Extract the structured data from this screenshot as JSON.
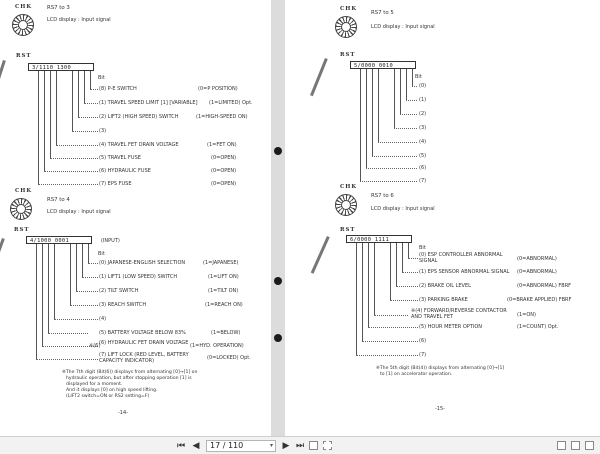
{
  "toolbar": {
    "first_page": "⏮",
    "prev_page": "◀",
    "page_value": "17 / 110",
    "page_dropdown": "▾",
    "next_page": "▶",
    "last_page": "⏭"
  },
  "left_page": {
    "sec1": {
      "chk": "CHK",
      "rs_label": "RS7 to 3",
      "lcd_label": "LCD display  : Input signal",
      "rst": "RST",
      "lcd_value": "3/1110  1300",
      "bit": "Bit",
      "items": [
        "(8)  P-E SWITCH",
        "(1)  TRAVEL SPEED LIMIT [1] [VARIABLE]",
        "(2)  LIFT2 (HIGH SPEED) SWITCH",
        "(3)",
        "(4)  TRAVEL FET DRAIN VOLTAGE",
        "(5)  TRAVEL FUSE",
        "(6)  HYDRAULIC FUSE",
        "(7)  EPS FUSE"
      ],
      "values": [
        "(0=P POSITION)",
        "(1=LIMITED) Opt.",
        "(1=HIGH-SPEED ON)",
        "",
        "(1=FET ON)",
        "(0=OPEN)",
        "(0=OPEN)",
        "(0=OPEN)"
      ]
    },
    "sec2": {
      "chk": "CHK",
      "rs_label": "RS7 to 4",
      "lcd_label": "LCD display  : Input signal",
      "rst": "RST",
      "lcd_value": "4/1000  0001",
      "input": "(INPUT)",
      "bit": "Bit",
      "items": [
        "(0)  JAPANESE-ENGLISH SELECTION",
        "(1)  LIFT1 (LOW SPEED) SWITCH",
        "(2)  TILT SWITCH",
        "(3)  REACH SWITCH",
        "(4)",
        "(5)  BATTERY VOLTAGE BELOW 83%",
        "(6)  HYDRAULIC FET DRAIN VOLTAGE",
        "(7)  LIFT LOCK (RED LEVEL, BATTERY CAPACITY INDICATOR)"
      ],
      "star": "※(6)",
      "values": [
        "(1=JAPANESE)",
        "(1=LIFT ON)",
        "(1=TILT ON)",
        "(1=REACH ON)",
        "",
        "(1=BELOW)",
        "(1=HYD. OPERATION)",
        "(0=LOCKED) Opt."
      ],
      "note": [
        "※The 7th digit (Bit(6)) displays from alternating [0]→[1] on",
        "hydraulic operation, but after stopping operation [1] is",
        "displayed for a moment.",
        "And it displays [0] on high speed lifting.",
        "(LIFT2 switch=ON or RS2 setting=F)"
      ]
    },
    "page_num": "-14-"
  },
  "right_page": {
    "sec1": {
      "chk": "CHK",
      "rs_label": "RS7 to 5",
      "lcd_label": "LCD display  : Input signal",
      "rst": "RST",
      "lcd_value": "5/0000  0010",
      "bit": "Bit",
      "items": [
        "(0)",
        "(1)",
        "(2)",
        "(3)",
        "(4)",
        "(5)",
        "(6)",
        "(7)"
      ]
    },
    "sec2": {
      "chk": "CHK",
      "rs_label": "RS7 to 6",
      "lcd_label": "LCD display  : Input signal",
      "rst": "RST",
      "lcd_value": "6/0000  1111",
      "bit": "Bit",
      "items": [
        "(0)  ESP CONTROLLER ABNORMAL SIGNAL",
        "(1)  EPS SENSOR ABNORMAL SIGNAL",
        "(2)  BRAKE OIL LEVEL",
        "(3)  PARKING BRAKE",
        "※(4)  FORWARD/REVERSE CONTACTOR AND TRAVEL FET",
        "(5)  HOUR METER OPTION",
        "(6)",
        "(7)"
      ],
      "values": [
        "(0=ABNORMAL)",
        "(0=ABNORMAL)",
        "(0=ABNORMAL) FBRF",
        "(0=BRAKE APPLIED) FBRF",
        "(1=ON)",
        "(1=COUNT) Opt.",
        "",
        ""
      ],
      "note": [
        "※The 5th digit (Bit(4)) displays from alternating [0]→[1]",
        "to [1] on accelerator operation."
      ]
    },
    "page_num": "-15-"
  }
}
